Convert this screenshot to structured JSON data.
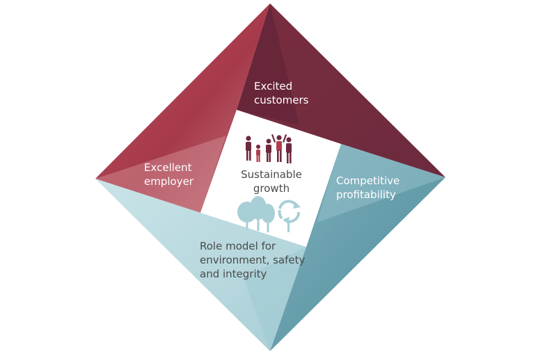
{
  "center": {
    "title_line1": "Sustainable",
    "title_line2": "growth",
    "people_icon": "people-group-icon",
    "trees_icon": "trees-icon",
    "recycle_icon": "recycle-arrows-icon"
  },
  "quadrants": {
    "top": {
      "line1": "Excited",
      "line2": "customers"
    },
    "left": {
      "line1": "Excellent",
      "line2": "employer"
    },
    "right": {
      "line1": "Competitive",
      "line2": "profitability"
    },
    "bottom": {
      "line1": "Role model for",
      "line2": "environment, safety",
      "line3": "and integrity"
    }
  },
  "colors": {
    "crimson": "#b03e4e",
    "crimson_light": "#c86b75",
    "maroon": "#6e2a3d",
    "maroon_dark": "#5c2234",
    "teal": "#5e98a6",
    "teal_light": "#8fbcc6",
    "pale_blue": "#bcdde2",
    "pale_blue_mid": "#a9cfd6",
    "icon_maroon": "#6e2a3d",
    "icon_blue": "#a9cfd6"
  }
}
